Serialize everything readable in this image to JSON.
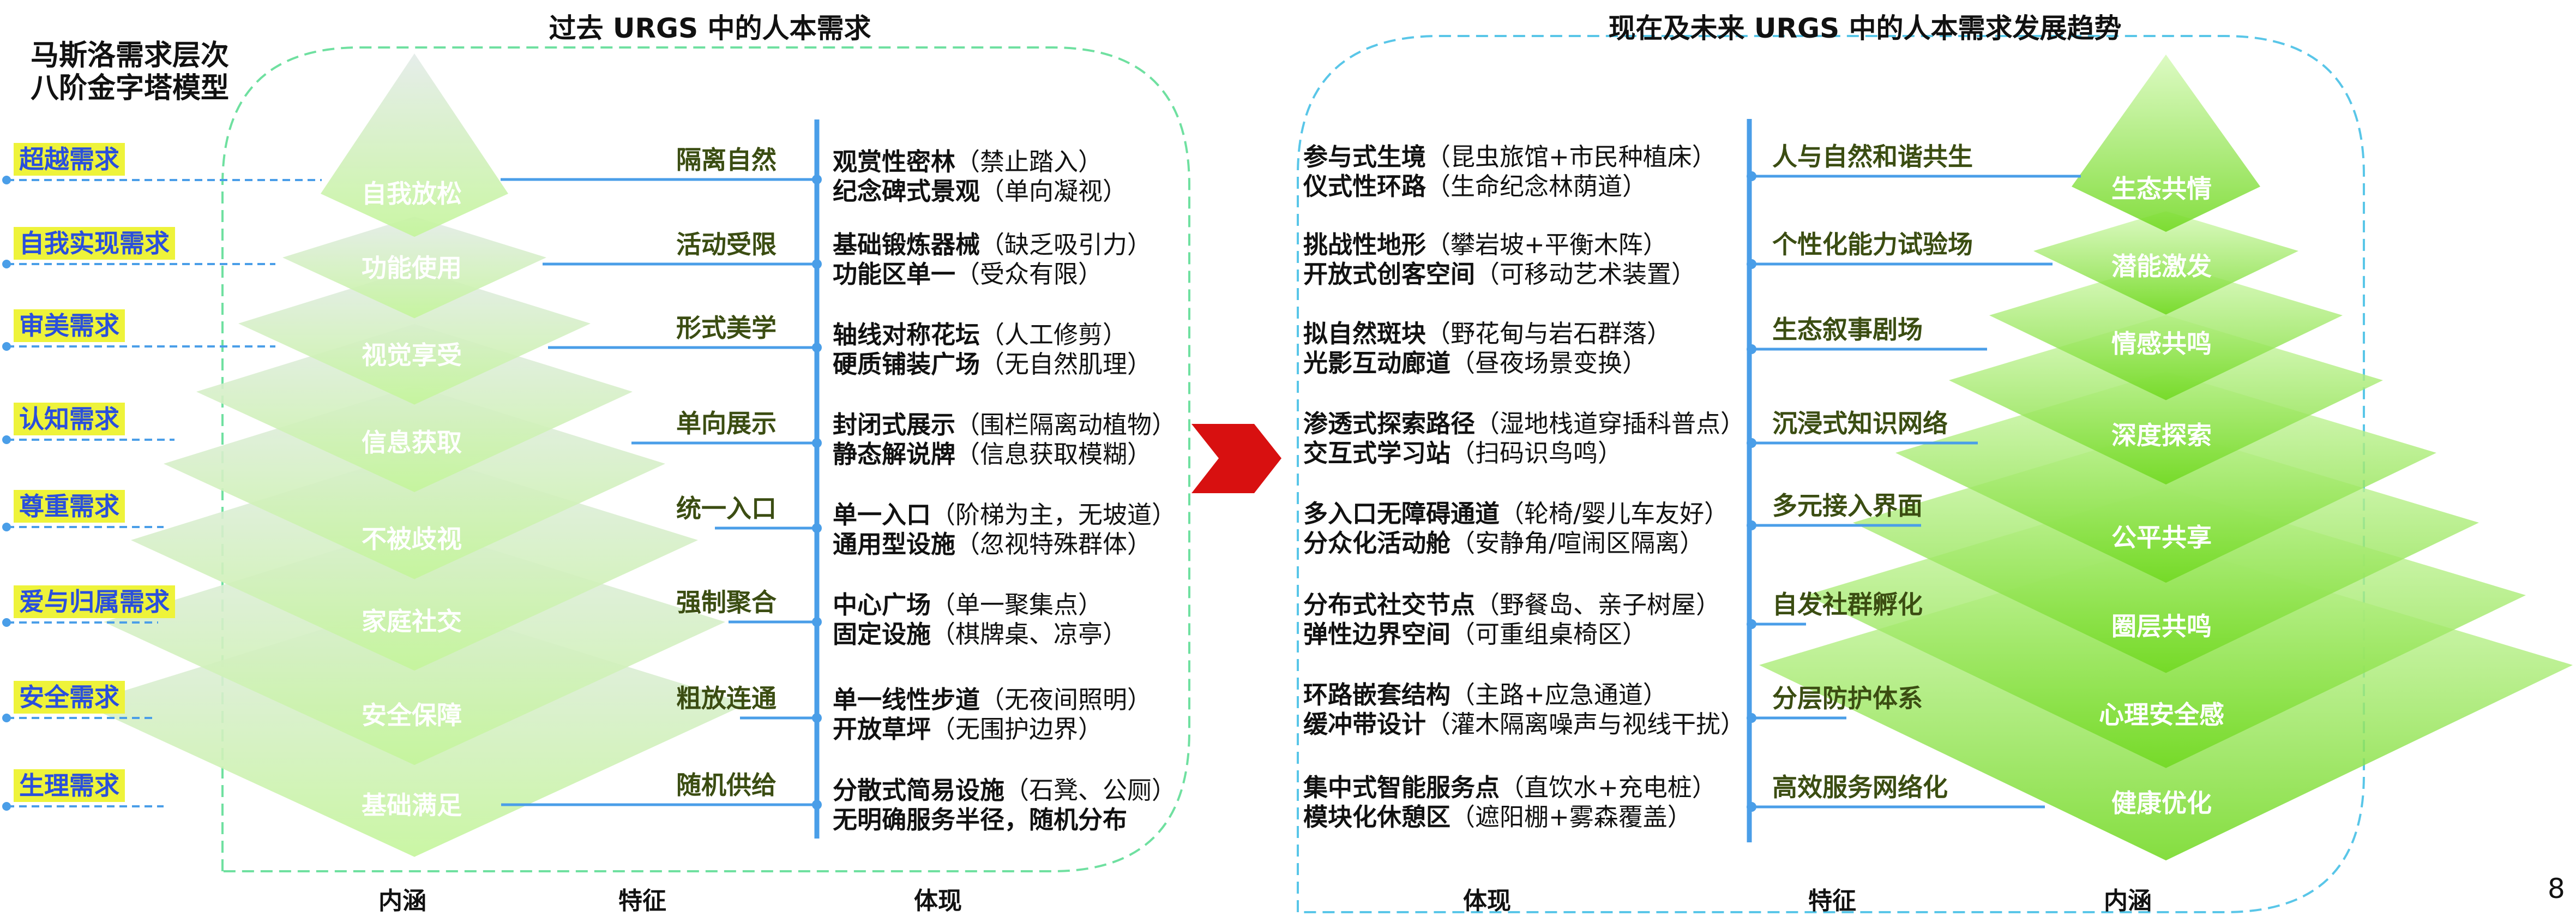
{
  "left_title": "过去 URGS 中的人本需求",
  "right_title": "现在及未来 URGS 中的人本需求发展趋势",
  "model_title": [
    "马斯洛需求层次",
    "八阶金字塔模型"
  ],
  "needs": [
    "超越需求",
    "自我实现需求",
    "审美需求",
    "认知需求",
    "尊重需求",
    "爱与归属需求",
    "安全需求",
    "生理需求"
  ],
  "past": {
    "layers": [
      "自我放松",
      "功能使用",
      "视觉享受",
      "信息获取",
      "不被歧视",
      "家庭社交",
      "安全保障",
      "基础满足"
    ],
    "features": [
      "隔离自然",
      "活动受限",
      "形式美学",
      "单向展示",
      "统一入口",
      "强制聚合",
      "粗放连通",
      "随机供给"
    ],
    "rows": [
      [
        {
          "b": "观赏性密林",
          "p": "（禁止踏入）"
        },
        {
          "b": "纪念碑式景观",
          "p": "（单向凝视）"
        }
      ],
      [
        {
          "b": "基础锻炼器械",
          "p": "（缺乏吸引力）"
        },
        {
          "b": "功能区单一",
          "p": "（受众有限）"
        }
      ],
      [
        {
          "b": "轴线对称花坛",
          "p": "（人工修剪）"
        },
        {
          "b": "硬质铺装广场",
          "p": "（无自然肌理）"
        }
      ],
      [
        {
          "b": "封闭式展示",
          "p": "（围栏隔离动植物）"
        },
        {
          "b": "静态解说牌",
          "p": "（信息获取模糊）"
        }
      ],
      [
        {
          "b": "单一入口",
          "p": "（阶梯为主，无坡道）"
        },
        {
          "b": "通用型设施",
          "p": "（忽视特殊群体）"
        }
      ],
      [
        {
          "b": "中心广场",
          "p": "（单一聚集点）"
        },
        {
          "b": "固定设施",
          "p": "（棋牌桌、凉亭）"
        }
      ],
      [
        {
          "b": "单一线性步道",
          "p": "（无夜间照明）"
        },
        {
          "b": "开放草坪",
          "p": "（无围护边界）"
        }
      ],
      [
        {
          "b": "分散式简易设施",
          "p": "（石凳、公厕）"
        },
        {
          "b": "无明确服务半径，随机分布",
          "p": ""
        }
      ]
    ]
  },
  "future": {
    "layers": [
      "生态共情",
      "潜能激发",
      "情感共鸣",
      "深度探索",
      "公平共享",
      "圈层共鸣",
      "心理安全感",
      "健康优化"
    ],
    "features": [
      "人与自然和谐共生",
      "个性化能力试验场",
      "生态叙事剧场",
      "沉浸式知识网络",
      "多元接入界面",
      "自发社群孵化",
      "分层防护体系",
      "高效服务网络化"
    ],
    "rows": [
      [
        {
          "b": "参与式生境",
          "p": "（昆虫旅馆+市民种植床）"
        },
        {
          "b": "仪式性环路",
          "p": "（生命纪念林荫道）"
        }
      ],
      [
        {
          "b": "挑战性地形",
          "p": "（攀岩坡+平衡木阵）"
        },
        {
          "b": "开放式创客空间",
          "p": "（可移动艺术装置）"
        }
      ],
      [
        {
          "b": "拟自然斑块",
          "p": "（野花甸与岩石群落）"
        },
        {
          "b": "光影互动廊道",
          "p": "（昼夜场景变换）"
        }
      ],
      [
        {
          "b": "渗透式探索路径",
          "p": "（湿地栈道穿插科普点）"
        },
        {
          "b": "交互式学习站",
          "p": "（扫码识鸟鸣）"
        }
      ],
      [
        {
          "b": "多入口无障碍通道",
          "p": "（轮椅/婴儿车友好）"
        },
        {
          "b": "分众化活动舱",
          "p": "（安静角/喧闹区隔离）"
        }
      ],
      [
        {
          "b": "分布式社交节点",
          "p": "（野餐岛、亲子树屋）"
        },
        {
          "b": "弹性边界空间",
          "p": "（可重组桌椅区）"
        }
      ],
      [
        {
          "b": "环路嵌套结构",
          "p": "（主路+应急通道）"
        },
        {
          "b": "缓冲带设计",
          "p": "（灌木隔离噪声与视线干扰）"
        }
      ],
      [
        {
          "b": "集中式智能服务点",
          "p": "（直饮水+充电桩）"
        },
        {
          "b": "模块化休憩区",
          "p": "（遮阳棚+雾森覆盖）"
        }
      ]
    ]
  },
  "footer_left": [
    "内涵",
    "特征",
    "体现"
  ],
  "footer_right": [
    "体现",
    "特征",
    "内涵"
  ],
  "page_number": "8",
  "colors": {
    "need_bg": "#eef33a",
    "need_text": "#2a4fdc",
    "feature": "#3b4d12",
    "line": "#4a9ee8",
    "arrow": "#d81010"
  }
}
